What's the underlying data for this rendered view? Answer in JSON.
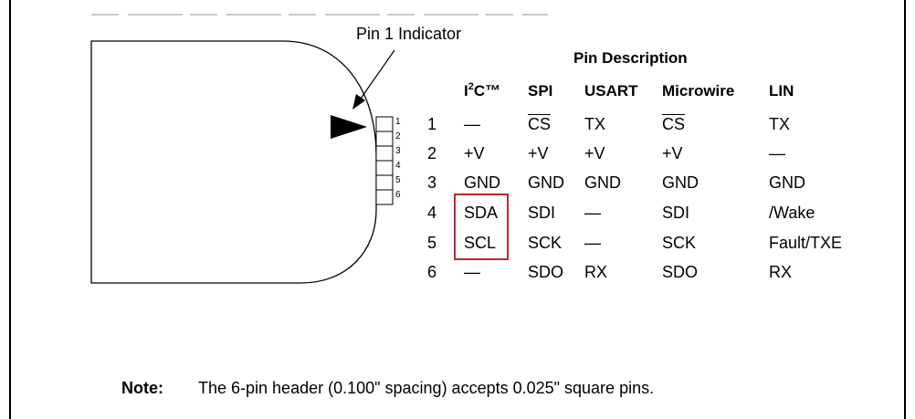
{
  "diagram": {
    "pin_indicator_label": "Pin 1 Indicator",
    "pin_numbers_small": [
      "1",
      "2",
      "3",
      "4",
      "5",
      "6"
    ],
    "highlight_color": "#c0272d"
  },
  "table": {
    "title": "Pin Description",
    "headers": {
      "i2c_prefix": "I",
      "i2c_sup": "2",
      "i2c_suffix": "C™",
      "spi": "SPI",
      "usart": "USART",
      "microwire": "Microwire",
      "lin": "LIN"
    },
    "rows": [
      {
        "pin": "1",
        "i2c": "—",
        "spi": "CS",
        "usart": "TX",
        "microwire": "CS",
        "lin": "TX"
      },
      {
        "pin": "2",
        "i2c": "+V",
        "spi": "+V",
        "usart": "+V",
        "microwire": "+V",
        "lin": "—"
      },
      {
        "pin": "3",
        "i2c": "GND",
        "spi": "GND",
        "usart": "GND",
        "microwire": "GND",
        "lin": "GND"
      },
      {
        "pin": "4",
        "i2c": "SDA",
        "spi": "SDI",
        "usart": "—",
        "microwire": "SDI",
        "lin": "/Wake"
      },
      {
        "pin": "5",
        "i2c": "SCL",
        "spi": "SCK",
        "usart": "—",
        "microwire": "SCK",
        "lin": "Fault/TXE"
      },
      {
        "pin": "6",
        "i2c": "—",
        "spi": "SDO",
        "usart": "RX",
        "microwire": "SDO",
        "lin": "RX"
      }
    ]
  },
  "note": {
    "label": "Note:",
    "text": "The 6-pin header (0.100\" spacing) accepts 0.025\" square pins."
  }
}
